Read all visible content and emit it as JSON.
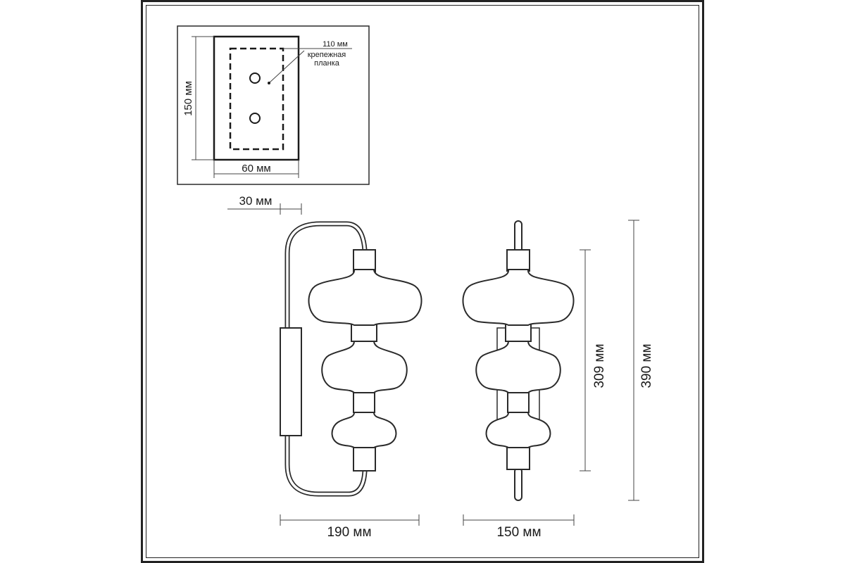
{
  "plate_view": {
    "height_label": "150 мм",
    "width_label": "60 мм",
    "spacing_label": "110 мм",
    "bracket_label_line1": "крепежная",
    "bracket_label_line2": "планка"
  },
  "side_view": {
    "depth_label": "30 мм",
    "width_label": "190 мм"
  },
  "front_view": {
    "width_label": "150 мм",
    "shade_height_label": "309 мм",
    "total_height_label": "390 мм"
  },
  "colors": {
    "line": "#2a2a2a",
    "background": "#ffffff"
  }
}
